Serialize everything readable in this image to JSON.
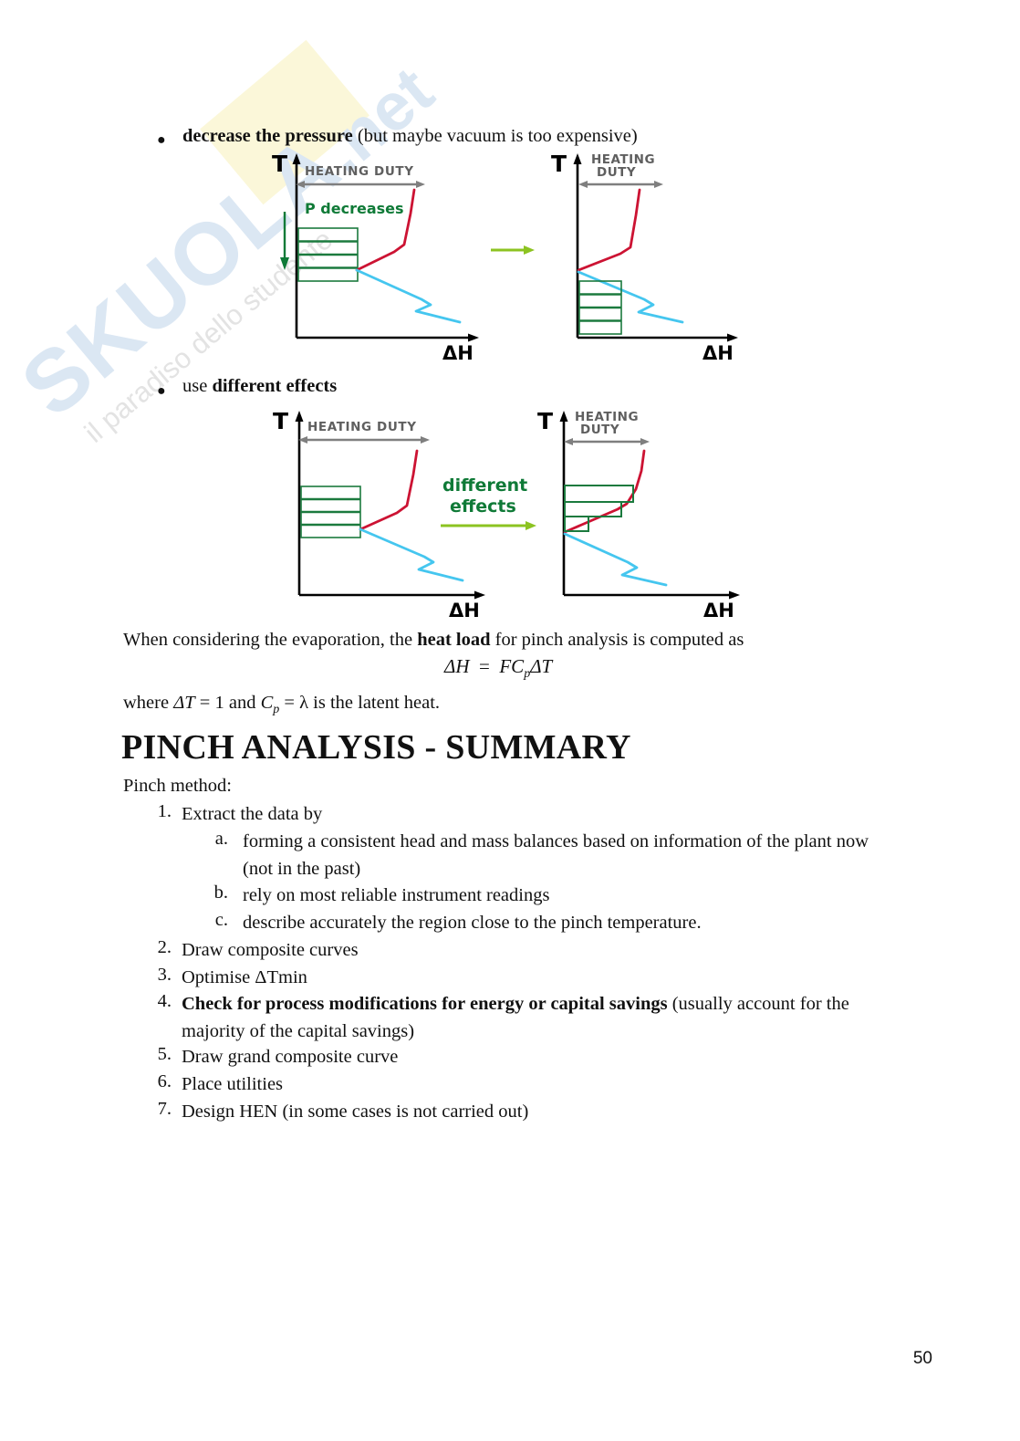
{
  "watermark": {
    "brand_main": "SKUOLA",
    "brand_suffix": ".net",
    "tagline": "il paradiso dello studente"
  },
  "bullets": [
    {
      "lead": "decrease the pressure",
      "tail": " (but maybe vacuum is too expensive)"
    },
    {
      "lead_plain": "use ",
      "lead": "different effects",
      "tail": ""
    }
  ],
  "figures": [
    {
      "name": "pressure-decrease-figure",
      "left_chart": {
        "y_axis_label": "T",
        "x_axis_label": "ΔH",
        "duty_label": "HEATING DUTY",
        "duty_label_lines": [
          "HEATING DUTY"
        ],
        "annotation": "P decreases",
        "down_arrow": true,
        "box_stack": {
          "position": "top",
          "rows": 4,
          "width_units": 1
        }
      },
      "transition_arrow": {
        "color": "#8cc321"
      },
      "right_chart": {
        "y_axis_label": "T",
        "x_axis_label": "ΔH",
        "duty_label_lines": [
          "HEATING",
          "DUTY"
        ],
        "annotation": "",
        "box_stack": {
          "position": "bottom",
          "rows": 4,
          "width_units": 1
        }
      }
    },
    {
      "name": "different-effects-figure",
      "left_chart": {
        "y_axis_label": "T",
        "x_axis_label": "ΔH",
        "duty_label_lines": [
          "HEATING DUTY"
        ],
        "annotation": "",
        "box_stack": {
          "position": "middle",
          "rows": 4,
          "width_units": 1
        }
      },
      "transition_arrow": {
        "color": "#8cc321"
      },
      "transition_label_lines": [
        "different",
        "effects"
      ],
      "right_chart": {
        "y_axis_label": "T",
        "x_axis_label": "ΔH",
        "duty_label_lines": [
          "HEATING",
          "DUTY"
        ],
        "annotation": "",
        "box_stack": {
          "position": "staggered",
          "rows": 3,
          "width_units": 3
        }
      }
    }
  ],
  "colors": {
    "hot_curve": "#cc1333",
    "cold_curve": "#45c6ef",
    "utility_box": "#1b7a3e",
    "duty_arrow": "#7f7f7f",
    "transition_arrow": "#8cc321",
    "handwriting_green": "#0f7a37",
    "axis": "#000000",
    "watermark_blue": "#dbe7f3",
    "watermark_yellow": "#fbf7d7"
  },
  "body": {
    "intro_pre": "When considering the evaporation, the ",
    "intro_bold": "heat load",
    "intro_post": " for pinch analysis is computed as",
    "formula": "ΔH = FCₚΔT",
    "formula_parts": {
      "lhs": "ΔH",
      "eq": "=",
      "rhs_main": "FC",
      "rhs_sub": "p",
      "rhs_tail": "ΔT"
    },
    "where_line": {
      "pre": "where ",
      "dt": "ΔT",
      "mid1": " = 1 and ",
      "cp": "C",
      "cp_sub": "p",
      "mid2": " = ",
      "lambda": "λ",
      "post": " is the latent heat."
    }
  },
  "heading": "PINCH ANALYSIS - SUMMARY",
  "summary": {
    "intro": "Pinch method:",
    "items": [
      {
        "marker": "1.",
        "text": "Extract the data by",
        "sub_items": [
          {
            "marker": "a.",
            "text": "forming a consistent head and mass balances based on information of the plant now (not in the past)"
          },
          {
            "marker": "b.",
            "text": "rely on most reliable instrument readings"
          },
          {
            "marker": "c.",
            "text": "describe accurately the region close to the pinch temperature."
          }
        ]
      },
      {
        "marker": "2.",
        "text": "Draw composite curves",
        "sub_items": []
      },
      {
        "marker": "3.",
        "text": "Optimise ΔT",
        "subscript": "min",
        "sub_items": []
      },
      {
        "marker": "4.",
        "bold": "Check for process modifications for energy or capital savings",
        "text": " (usually account for the majority of the capital savings)",
        "sub_items": []
      },
      {
        "marker": "5.",
        "text": "Draw grand composite curve",
        "sub_items": []
      },
      {
        "marker": "6.",
        "text": "Place utilities",
        "sub_items": []
      },
      {
        "marker": "7.",
        "text": "Design HEN (in some cases is not carried out)",
        "sub_items": []
      }
    ]
  },
  "page_number": "50"
}
